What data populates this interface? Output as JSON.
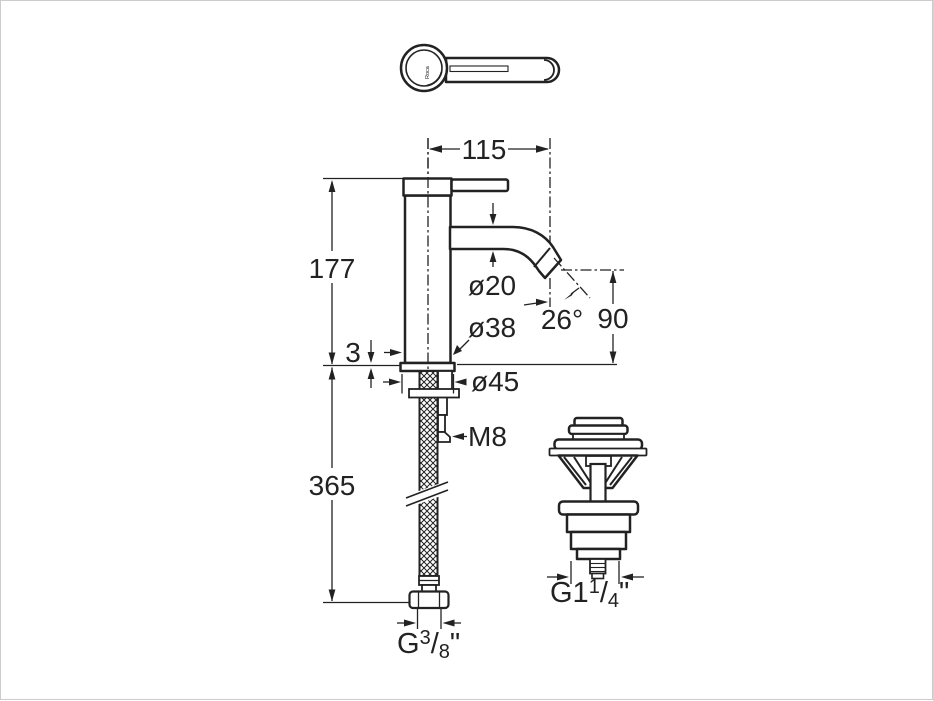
{
  "drawing": {
    "type": "technical-diagram",
    "product": "single-lever basin mixer with flexible hose and pop-up waste",
    "brand": "Roca",
    "labels": {
      "spout_projection": "115",
      "height_to_spout": "177",
      "spout_tube_diameter": "ø20",
      "body_diameter": "ø38",
      "spout_angle": "26°",
      "spout_outlet_height": "90",
      "base_clearance": "3",
      "base_diameter": "ø45",
      "fixing_stud": "M8",
      "hose_length": "365",
      "hose_conn_prefix": "G",
      "hose_conn_num": "3",
      "hose_conn_slash": "/",
      "hose_conn_den": "8",
      "hose_conn_quote": "\"",
      "waste_conn_prefix": "G1",
      "waste_conn_num": "1",
      "waste_conn_slash": "/",
      "waste_conn_den": "4",
      "waste_conn_quote": "\""
    },
    "colors": {
      "ink": "#222222",
      "background": "#ffffff",
      "frame": "#cccccc"
    }
  }
}
